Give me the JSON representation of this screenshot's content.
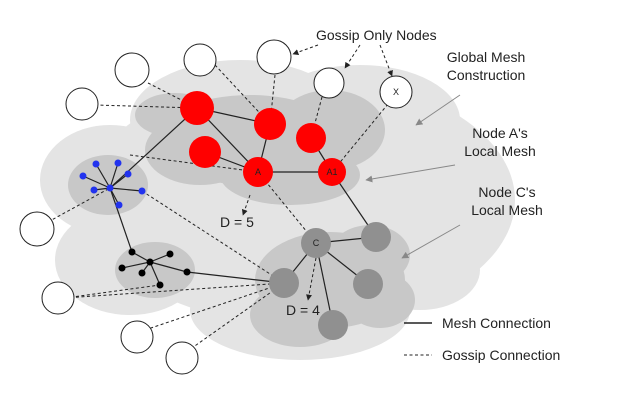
{
  "labels": {
    "gossip_only_nodes": "Gossip Only Nodes",
    "global_mesh_line1": "Global Mesh",
    "global_mesh_line2": "Construction",
    "node_a_mesh_line1": "Node A's",
    "node_a_mesh_line2": "Local Mesh",
    "node_c_mesh_line1": "Node C's",
    "node_c_mesh_line2": "Local Mesh",
    "d5": "D = 5",
    "d4": "D = 4",
    "node_a": "A",
    "node_a1": "A1",
    "node_c": "C",
    "node_x": "X"
  },
  "legend": {
    "mesh_connection": "Mesh Connection",
    "gossip_connection": "Gossip Connection"
  },
  "colors": {
    "outer_cloud": "#e4e4e4",
    "inner_cloud": "#c8c8c8",
    "red_node": "#ff0000",
    "blue_node": "#2233ee",
    "grey_node": "#909090",
    "black_node": "#000000",
    "gossip_node_fill": "#ffffff"
  }
}
